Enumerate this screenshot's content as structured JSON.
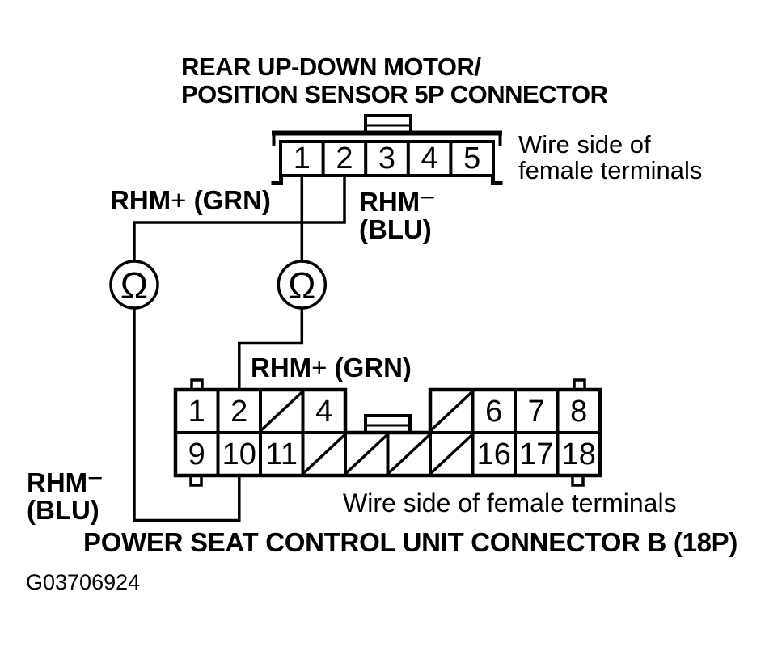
{
  "page": {
    "background_color": "#ffffff",
    "line_color": "#000000"
  },
  "top_connector": {
    "title_line1": "REAR UP-DOWN MOTOR/",
    "title_line2": "POSITION SENSOR 5P CONNECTOR",
    "pins": [
      "1",
      "2",
      "3",
      "4",
      "5"
    ],
    "note_line1": "Wire side of",
    "note_line2": "female terminals"
  },
  "wire_labels": {
    "upper_positive": {
      "name": "RHM",
      "sign": "+",
      "color": " (GRN)"
    },
    "upper_negative": {
      "name": "RHM",
      "sign": "−",
      "color": "(BLU)"
    },
    "lower_positive": {
      "name": "RHM",
      "sign": "+",
      "color": " (GRN)"
    },
    "lower_negative": {
      "name": "RHM",
      "sign": "−",
      "color": "(BLU)"
    }
  },
  "ohmmeter": {
    "symbol": "Ω"
  },
  "bottom_connector": {
    "top_row_pins": [
      "1",
      "2",
      "",
      "4",
      "",
      "6",
      "7",
      "8"
    ],
    "bottom_row_pins": [
      "9",
      "10",
      "11",
      "",
      "",
      "",
      "",
      "16",
      "17",
      "18"
    ],
    "note": "Wire side of female terminals",
    "title": "POWER SEAT CONTROL UNIT CONNECTOR B (18P)"
  },
  "footer": {
    "figure_id": "G03706924"
  }
}
